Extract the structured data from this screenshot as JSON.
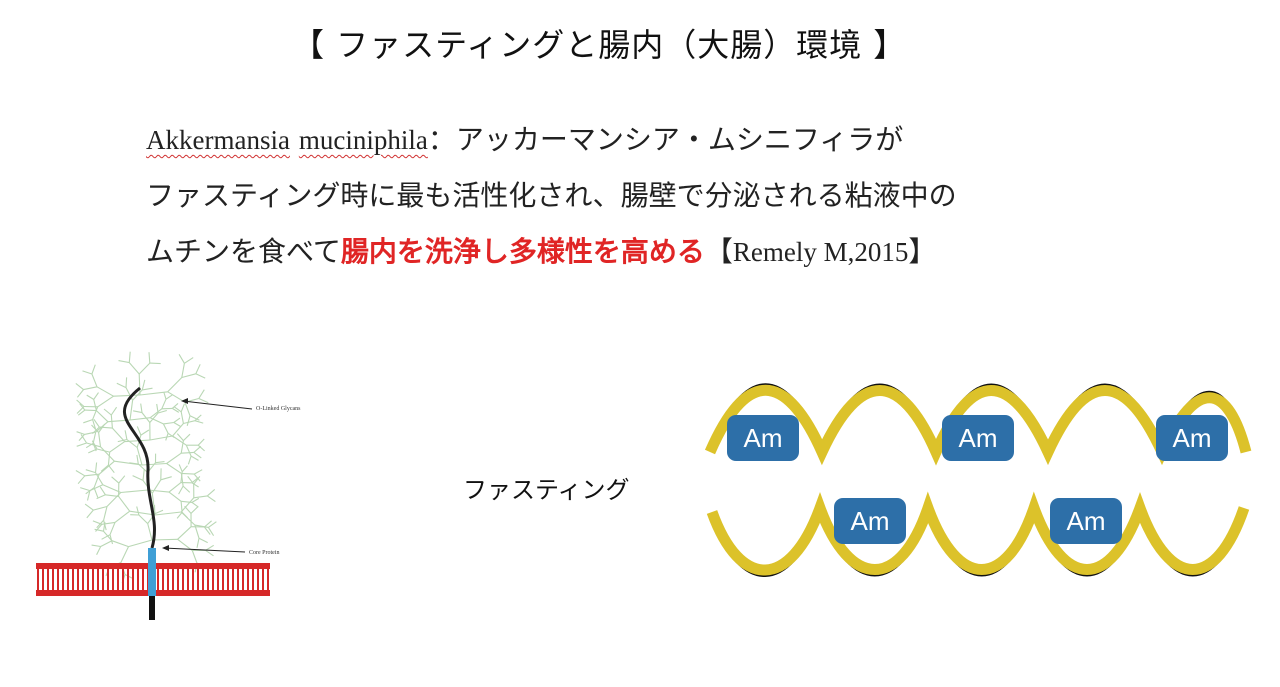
{
  "title": "【 ファスティングと腸内（大腸）環境 】",
  "paragraph": {
    "line1_species": "Akkermansia",
    "line1_species2": "muciniphila",
    "line1_rest": "：アッカーマンシア・ムシニフィラが",
    "line2": "ファスティング時に最も活性化され、腸壁で分泌される粘液中の",
    "line3_start": "ムチンを食べて",
    "line3_highlight": "腸内を洗浄し多様性を高める",
    "line3_citation_open": "【",
    "line3_citation": "Remely M,2015",
    "line3_citation_close": "】"
  },
  "diagram": {
    "mucin_label_top": "O-Linked Glycans",
    "mucin_label_bottom": "Core Protein",
    "arrow_label": "ファスティング",
    "bacterium_label": "Am",
    "colors": {
      "wave": "#dcc22a",
      "bacterium": "#2d6fa8",
      "membrane": "#d62828",
      "glycan": "#b9d7b4",
      "highlight_text": "#e02525"
    }
  }
}
